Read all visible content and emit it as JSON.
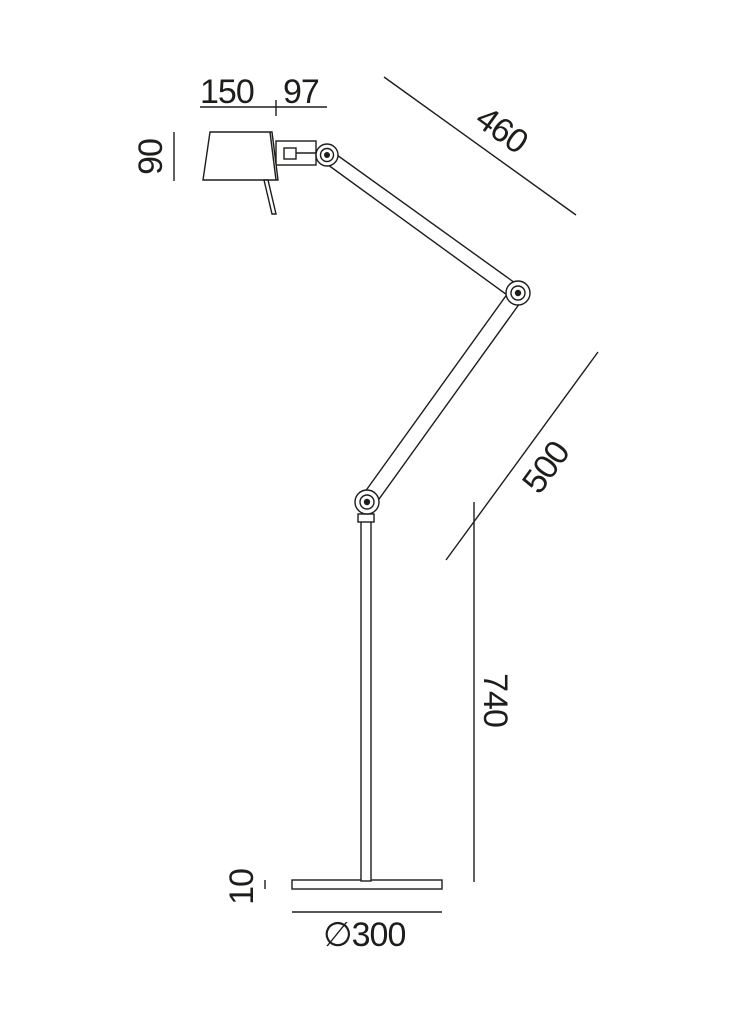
{
  "dimensions": {
    "shade_depth": "150",
    "neck_offset": "97",
    "shade_height": "90",
    "upper_arm": "460",
    "lower_arm": "500",
    "stem_height": "740",
    "base_thickness": "10",
    "base_diameter": "300",
    "diameter_symbol": "∅"
  },
  "colors": {
    "line": "#1d1d1b",
    "background": "#ffffff"
  }
}
